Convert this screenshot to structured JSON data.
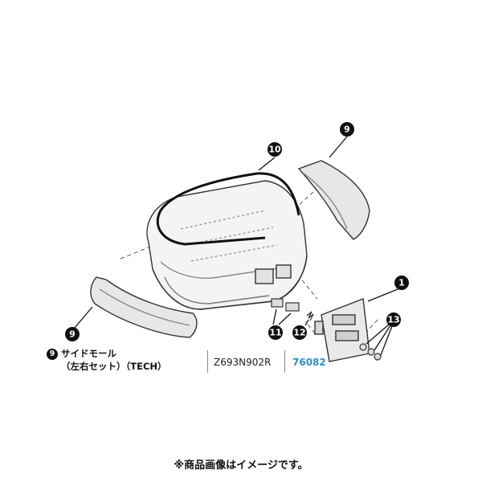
{
  "callouts": {
    "side_mold": "9",
    "seal": "10",
    "base_plate": "1",
    "clip": "11",
    "spring": "12",
    "screws": "13"
  },
  "caption": {
    "number": "9",
    "line1": "サイドモール",
    "line2": "（左右セット）（TECH）",
    "part_number": "Z693N902R",
    "code": "76082"
  },
  "notice": "※商品画像はイメージです。",
  "colors": {
    "line": "#333333",
    "callout_bg": "#111111",
    "code": "#2a8fd0"
  }
}
